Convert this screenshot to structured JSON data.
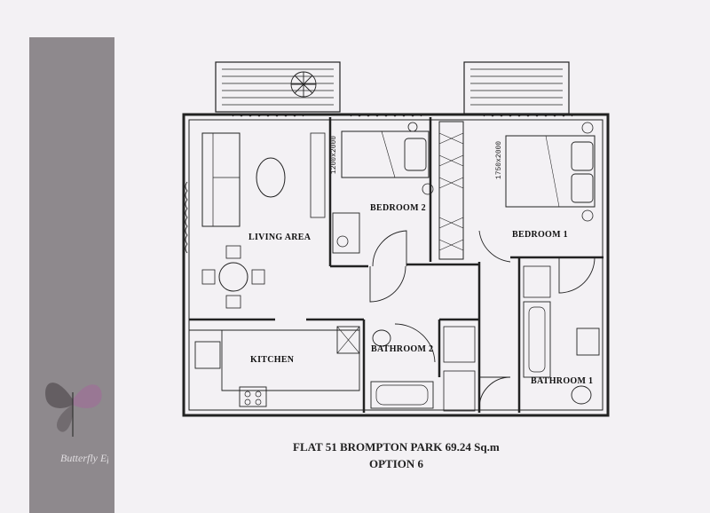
{
  "plan": {
    "title": "FLAT 51 BROMPTON PARK  69.24 Sq.m",
    "option": "OPTION 6",
    "rooms": {
      "living": "LIVING AREA",
      "kitchen": "KITCHEN",
      "bedroom1": "BEDROOM 1",
      "bedroom2": "BEDROOM 2",
      "bathroom1": "BATHROOM 1",
      "bathroom2": "BATHROOM 2"
    },
    "bed_dims": {
      "bed1": "1750x2000",
      "bed2": "1200x2000"
    },
    "branding": {
      "logo": "Butterfly Effect"
    }
  },
  "colors": {
    "sidebar": "#8e898d",
    "wall": "#222222",
    "paper": "#f3f1f4"
  }
}
